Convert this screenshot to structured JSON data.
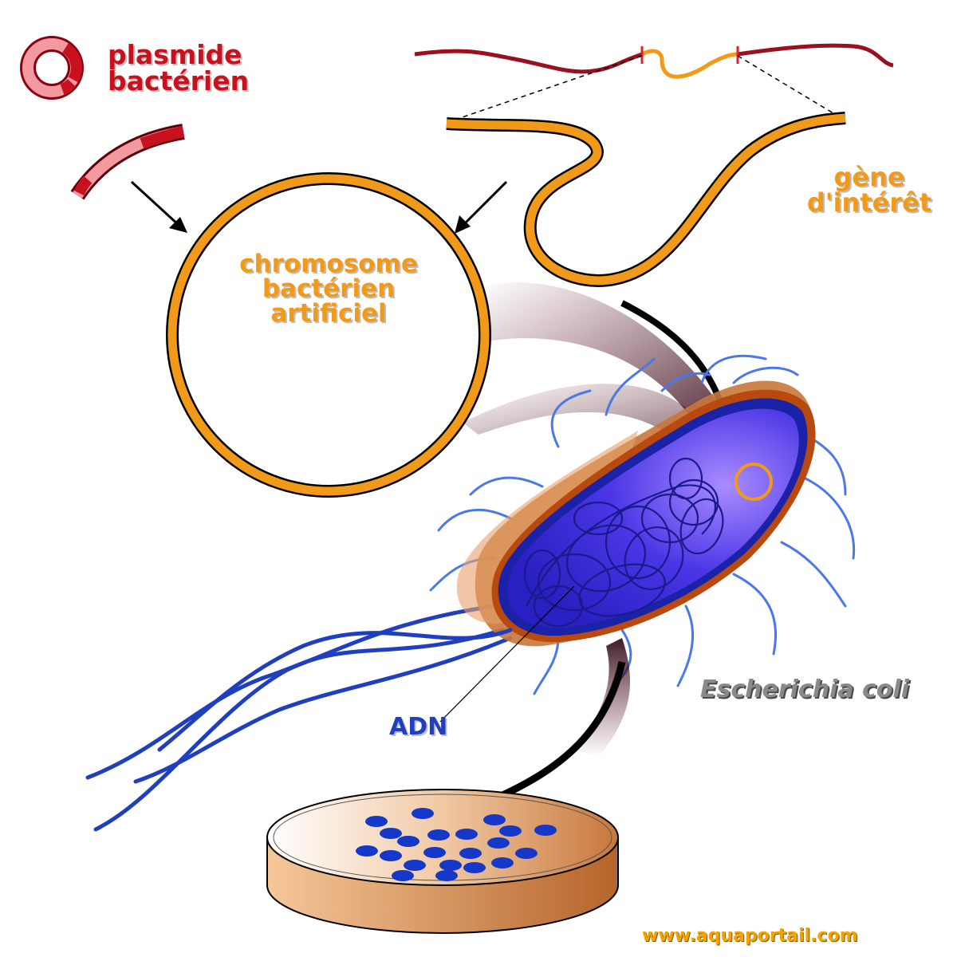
{
  "labels": {
    "plasmid_line1": "plasmide",
    "plasmid_line2": "bactérien",
    "gene_line1": "gène",
    "gene_line2": "d'intérêt",
    "chromosome_line1": "chromosome",
    "chromosome_line2": "bactérien",
    "chromosome_line3": "artificiel",
    "species": "Escherichia coli",
    "dna": "ADN",
    "website": "www.aquaportail.com"
  },
  "colors": {
    "plasmid_red": "#c8101e",
    "plasmid_pink": "#f29aa0",
    "gene_orange": "#f19a1a",
    "dna_dark_red": "#9a1020",
    "bacterium_blue": "#3a2fd8",
    "flagella_blue": "#1f3fbf",
    "dish_brown": "#c8773a",
    "colony_blue": "#1538c8"
  }
}
